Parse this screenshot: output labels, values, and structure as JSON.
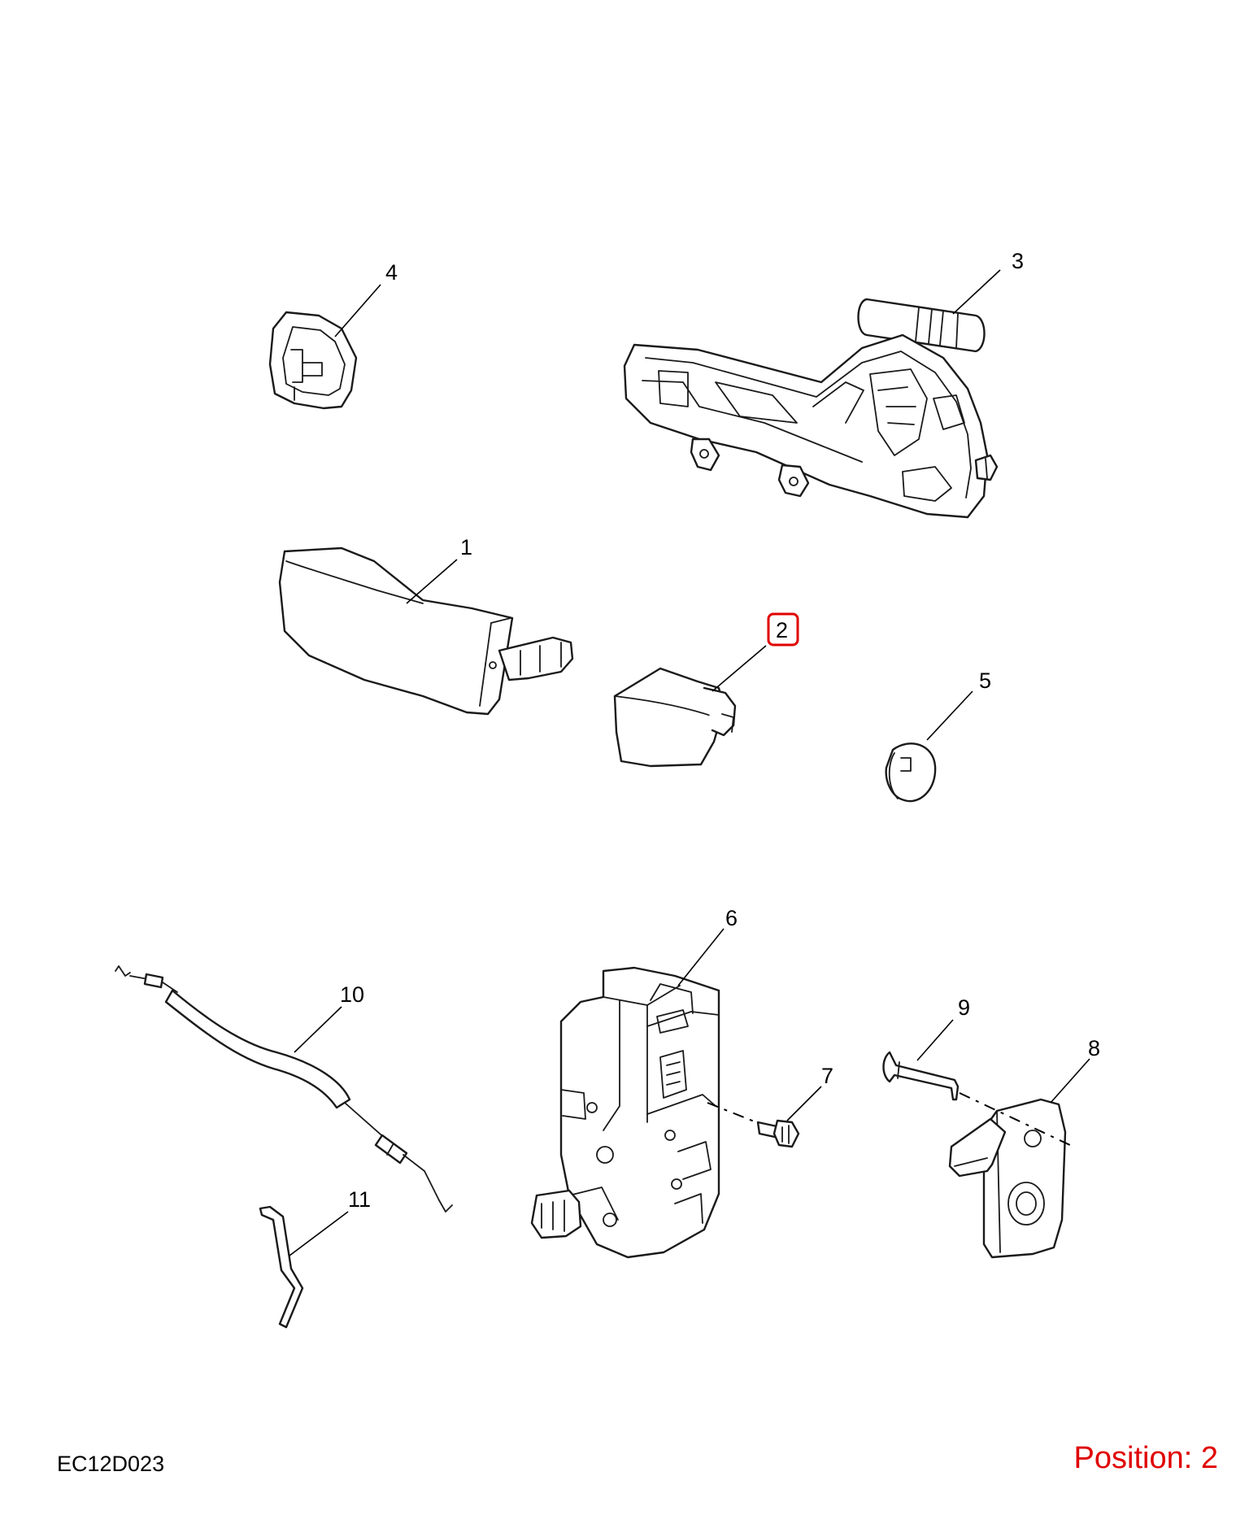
{
  "diagram": {
    "callouts": [
      {
        "id": "1",
        "label": "1"
      },
      {
        "id": "2",
        "label": "2",
        "highlighted": true
      },
      {
        "id": "3",
        "label": "3"
      },
      {
        "id": "4",
        "label": "4"
      },
      {
        "id": "5",
        "label": "5"
      },
      {
        "id": "6",
        "label": "6"
      },
      {
        "id": "7",
        "label": "7"
      },
      {
        "id": "8",
        "label": "8"
      },
      {
        "id": "9",
        "label": "9"
      },
      {
        "id": "10",
        "label": "10"
      },
      {
        "id": "11",
        "label": "11"
      }
    ],
    "highlight_color": "#e00000"
  },
  "footer": {
    "illustration_code": "EC12D023",
    "position_text": "Position: 2"
  }
}
